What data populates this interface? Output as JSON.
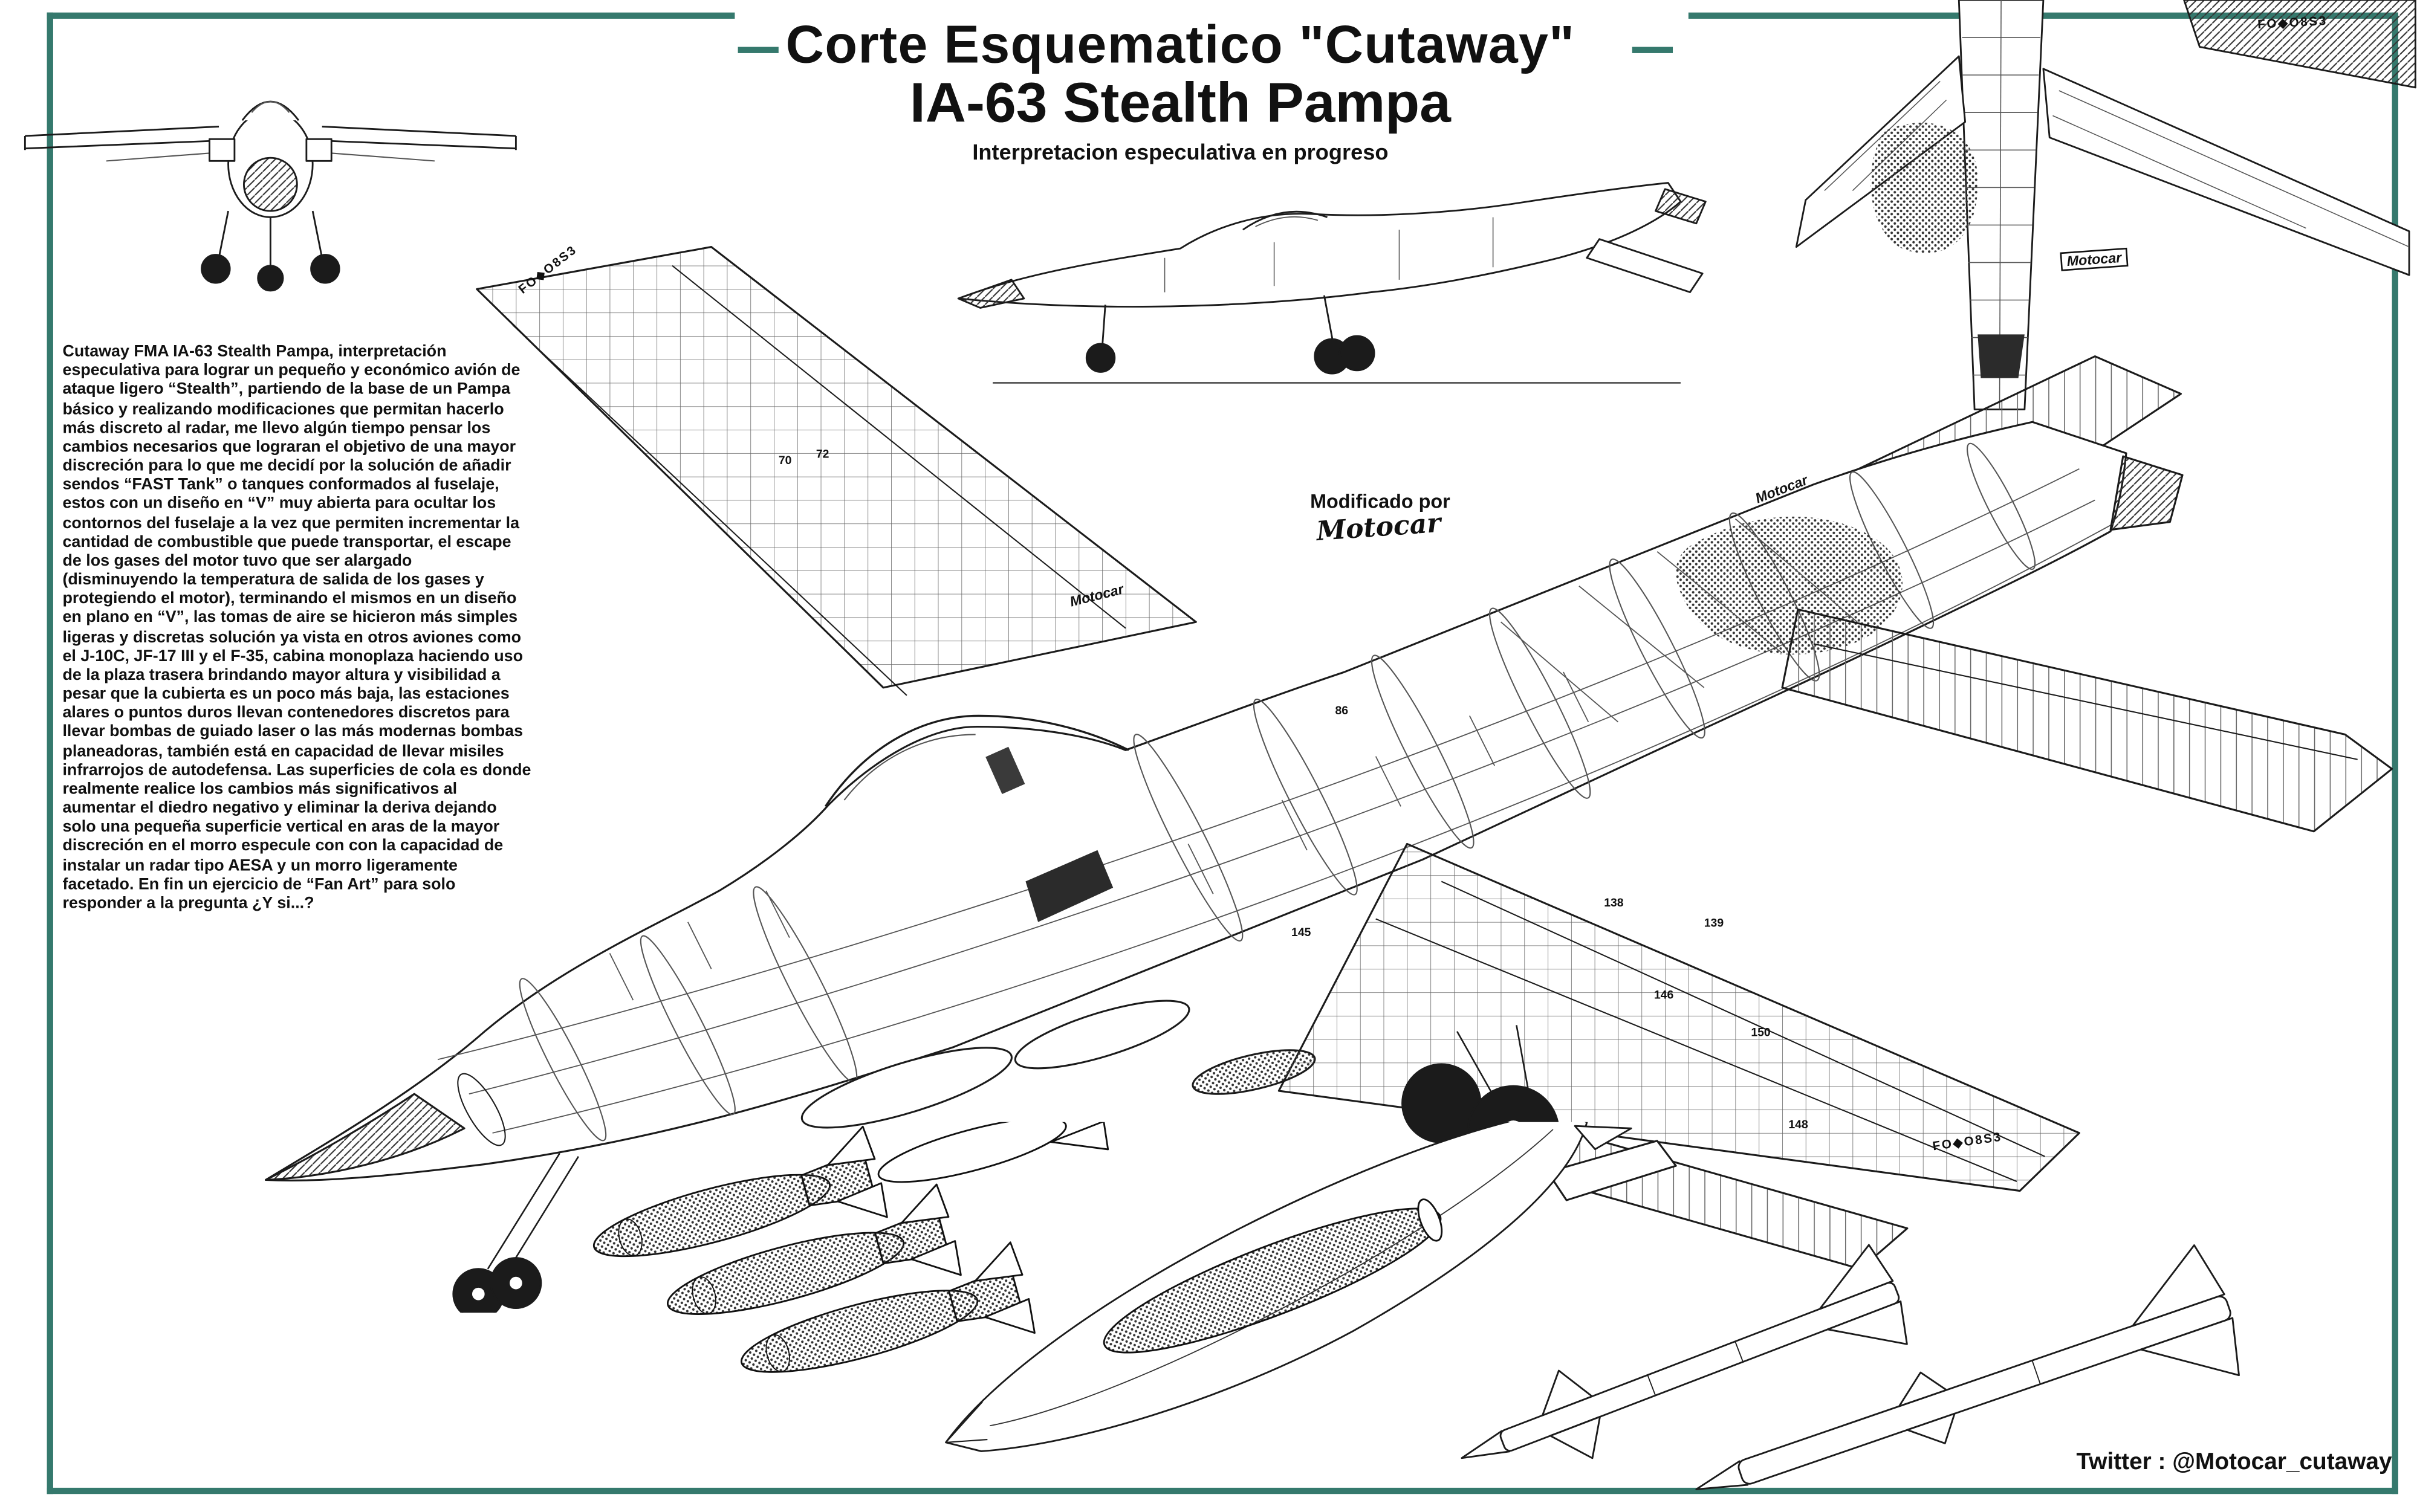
{
  "palette": {
    "frame_teal": "#35796d",
    "ink": "#111111"
  },
  "header": {
    "title": "Corte Esquematico \"Cutaway\"",
    "subtitle": "IA-63 Stealth Pampa",
    "tagline": "Interpretacion especulativa en progreso"
  },
  "description": {
    "text": "Cutaway FMA IA-63 Stealth Pampa, interpretación especulativa para lograr un pequeño y económico avión de ataque ligero “Stealth”, partiendo de la base de un Pampa básico y realizando modificaciones que permitan hacerlo más discreto al radar, me llevo algún tiempo pensar los cambios necesarios que lograran el objetivo de una mayor discreción para lo que me decidí por la solución de añadir sendos “FAST Tank” o tanques conformados al fuselaje, estos con un diseño en “V” muy abierta para ocultar los contornos del fuselaje a la vez que permiten incrementar la cantidad de combustible que puede transportar, el escape de los gases del motor tuvo que ser alargado (disminuyendo la temperatura de salida de los gases y protegiendo el motor), terminando el mismos en un diseño en plano en “V”, las tomas de aire se hicieron más simples ligeras y discretas solución ya vista en otros aviones como el J-10C, JF-17 III y el F-35, cabina monoplaza haciendo uso de la plaza trasera brindando mayor altura y visibilidad a pesar que la cubierta es un poco más baja, las estaciones alares o puntos duros llevan contenedores discretos para llevar bombas de guiado laser o las más modernas bombas planeadoras, también está en capacidad de llevar misiles infrarrojos de autodefensa. Las superficies de cola es donde realmente realice los cambios más significativos al aumentar el diedro negativo y eliminar la deriva dejando solo una pequeña superficie vertical en aras de la mayor discreción en el morro especule con con la capacidad de instalar un radar tipo AESA y un morro ligeramente facetado. En fin un ejercicio de “Fan Art” para solo responder a la pregunta ¿Y si...?"
  },
  "credits": {
    "modified_by_label": "Modificado por",
    "signature": "Motocar",
    "twitter": "Twitter : @Motocar_cutaway"
  },
  "marks": {
    "brand": "Motocar",
    "stencil": "FO◆O8S3"
  },
  "cutaway": {
    "callouts": [
      "70",
      "72",
      "86",
      "138",
      "139",
      "145",
      "146",
      "148",
      "150"
    ]
  }
}
